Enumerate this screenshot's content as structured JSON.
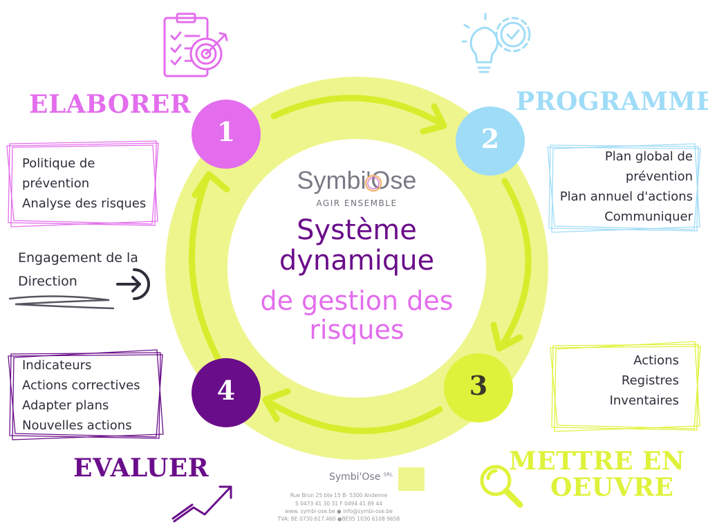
{
  "colors": {
    "ring": "#eef58d",
    "arrow": "#d7ec2c",
    "pink": "#e36ded",
    "blue": "#9fdcf7",
    "lime": "#dff23b",
    "purple": "#6a0d8a",
    "text": "#2e2e3a"
  },
  "center": {
    "logo_name": "Symbi'Ose",
    "logo_tagline": "AGIR ENSEMBLE",
    "line1": "Système",
    "line2": "dynamique",
    "line3": "de gestion des",
    "line4": "risques"
  },
  "stages": [
    {
      "number": "1",
      "title": "ELABORER",
      "icon": "clipboard-target-icon",
      "items": [
        "Politique de",
        "prévention",
        "Analyse des risques"
      ]
    },
    {
      "number": "2",
      "title": "PROGRAMMER",
      "icon": "lightbulb-gear-icon",
      "items": [
        "Plan global de",
        "prévention",
        "Plan annuel d'actions",
        "Communiquer"
      ]
    },
    {
      "number": "3",
      "title_line1": "METTRE EN",
      "title_line2": "OEUVRE",
      "icon": "magnifier-icon",
      "items": [
        "Actions",
        "Registres",
        "Inventaires"
      ]
    },
    {
      "number": "4",
      "title": "EVALUER",
      "icon": "trend-arrow-icon",
      "items": [
        "Indicateurs",
        "Actions correctives",
        "Adapter plans",
        "Nouvelles actions"
      ]
    }
  ],
  "engagement": {
    "line1": "Engagement de la",
    "line2": "Direction",
    "icon": "enter-arrow-icon"
  },
  "footer": {
    "company": "Symbi'Ose",
    "suffix": "SRL",
    "address": "Rue Brun 25 bte 15 B- 5300 Andenne",
    "phones": "S 0473 41 30 31  F 0494 41 89 44",
    "web": "www. symbi-ose.be  ●  info@symbi-ose.be",
    "tva": "TVA: BE 0730.617.460  ●BE95 1030 6108 9658"
  }
}
